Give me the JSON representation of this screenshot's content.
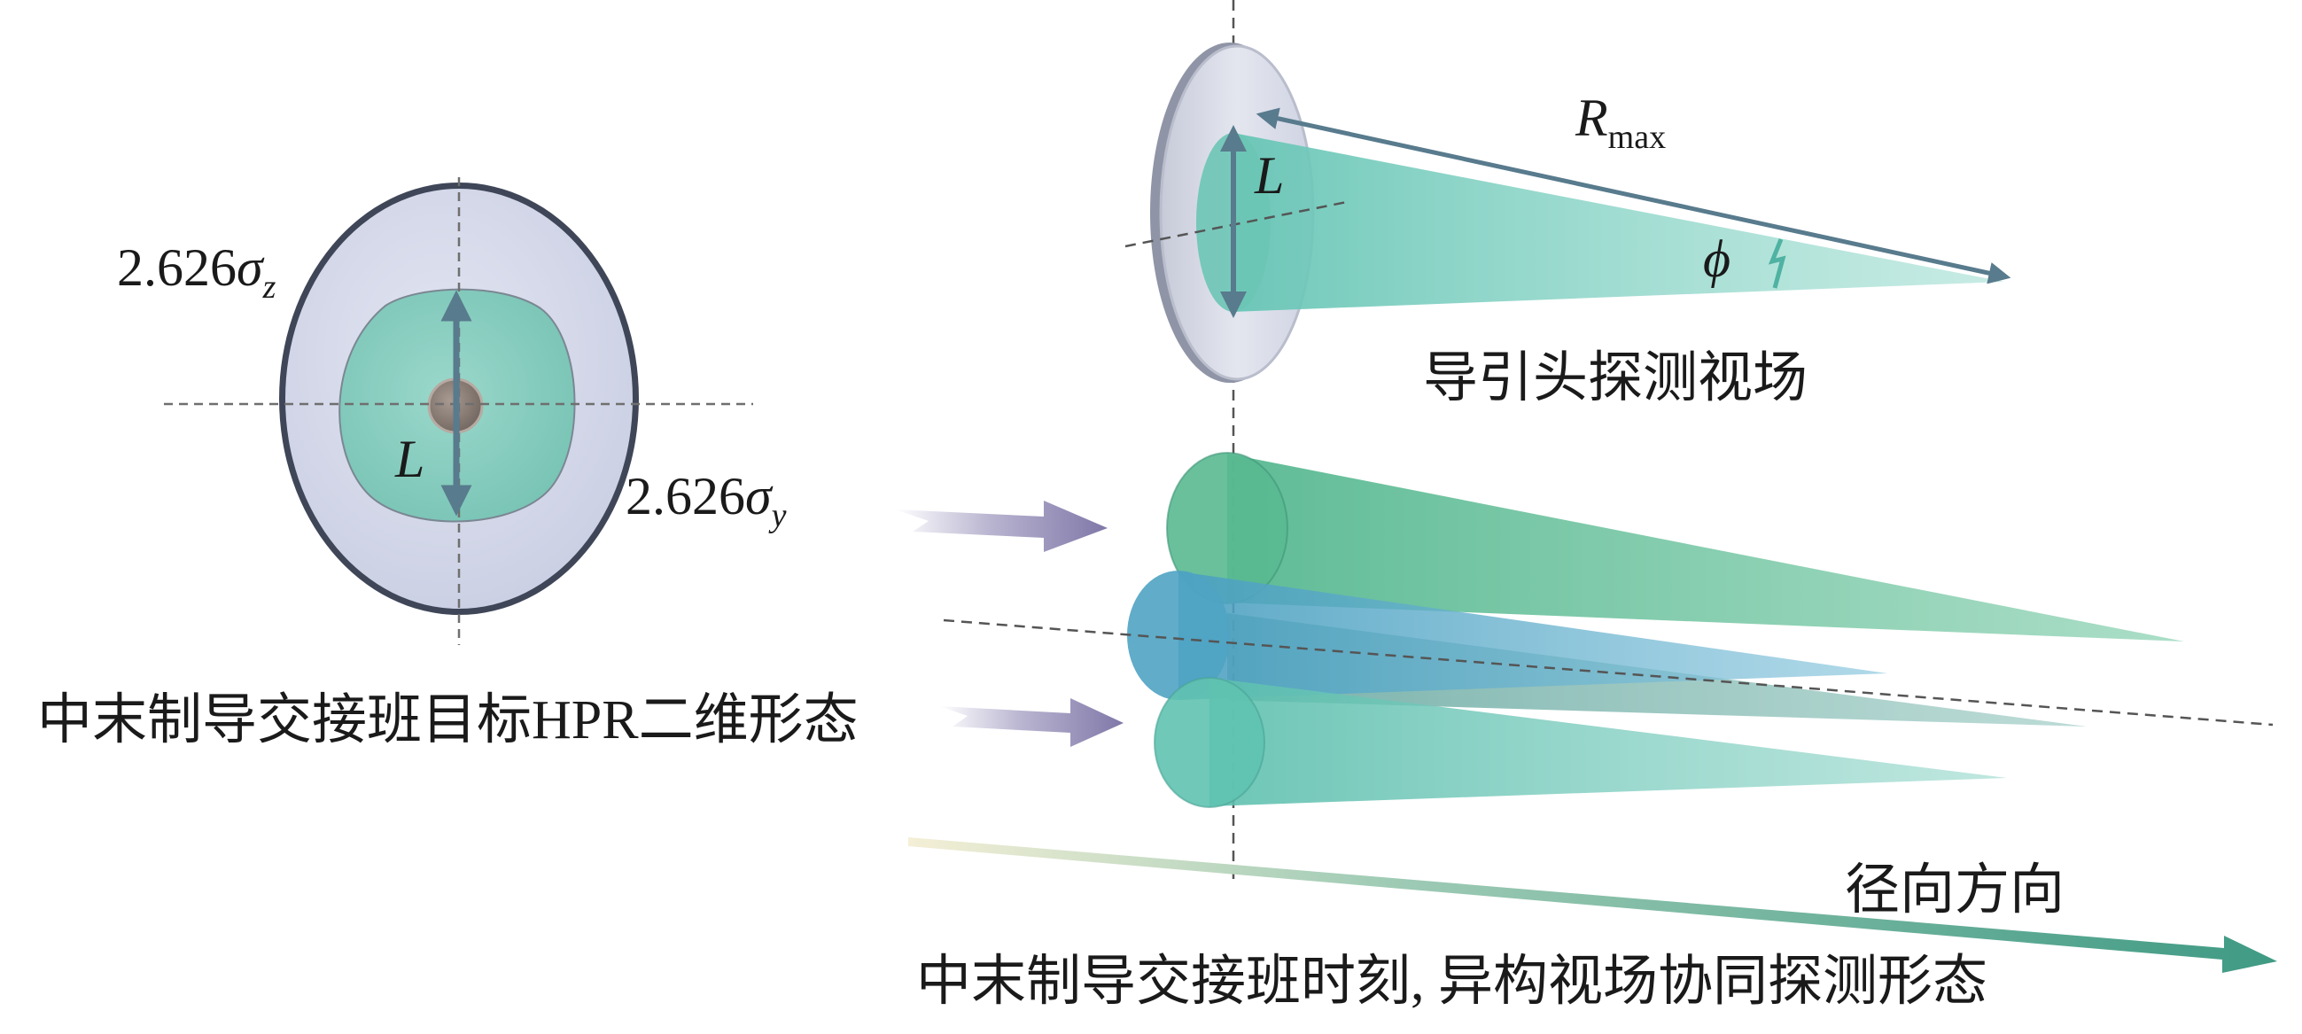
{
  "left_panel": {
    "label_sigma_z": {
      "value": "2.626",
      "symbol": "σ",
      "subscript": "z"
    },
    "label_sigma_y": {
      "value": "2.626",
      "symbol": "σ",
      "subscript": "y"
    },
    "label_L": "L",
    "caption": "中末制导交接班目标HPR二维形态"
  },
  "seeker_panel": {
    "label_L": "L",
    "label_Rmax": {
      "symbol": "R",
      "subscript": "max"
    },
    "label_phi": "ϕ",
    "caption": "导引头探测视场"
  },
  "cooperative_panel": {
    "axis_label": "径向方向",
    "caption": "中末制导交接班时刻, 异构视场协同探测形态"
  },
  "colors": {
    "outer_disk": "#d4d8e9",
    "inner_disk": "#82cbbd",
    "arrow_steel": "#587b8d",
    "cone_green": "#5dba97",
    "cone_blue": "#56a9c6",
    "cone_teal": "#6cc8bd",
    "incoming_arrow": "#8a84ae",
    "radial_arrow": "#4ea189"
  }
}
